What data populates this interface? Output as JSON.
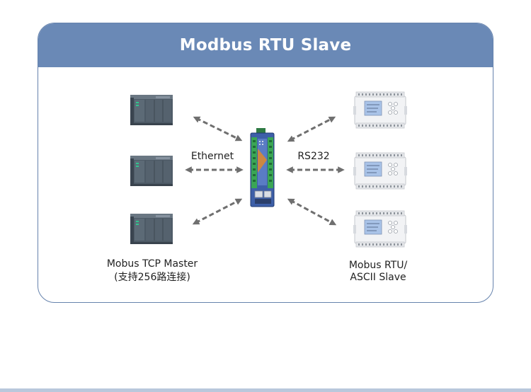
{
  "header": {
    "title": "Modbus RTU Slave"
  },
  "labels": {
    "ethernet": "Ethernet",
    "rs232": "RS232",
    "master_line1": "Mobus TCP Master",
    "master_line2": "(支持256路连接)",
    "slave_line1": "Mobus RTU/",
    "slave_line2": "ASCII Slave"
  },
  "colors": {
    "header_bg": "#6a89b6",
    "card_border": "#6683ad",
    "arrow": "#6f6f6f",
    "gateway_body": "#3d5fa8",
    "gateway_terminal": "#3aa655",
    "gateway_accent": "#e08a2c"
  },
  "icons": {
    "masters": [
      "plc-master-icon",
      "plc-master-icon",
      "plc-master-icon"
    ],
    "slaves": [
      "plc-slave-icon",
      "plc-slave-icon",
      "plc-slave-icon"
    ],
    "gateway": "gateway-device-icon"
  }
}
